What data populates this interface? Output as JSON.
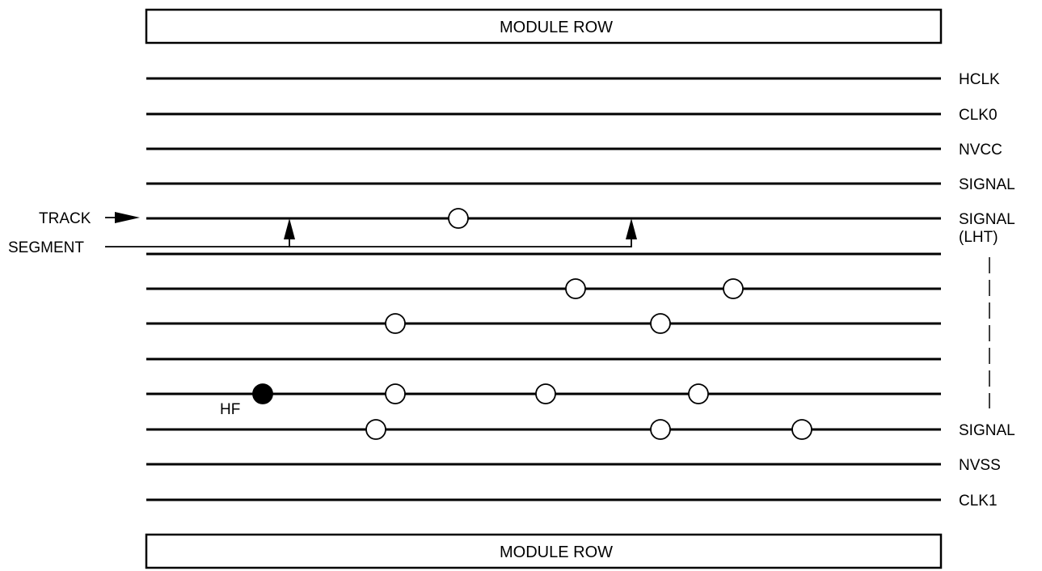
{
  "module_row_top": "MODULE ROW",
  "module_row_bottom": "MODULE ROW",
  "track_labels": {
    "hclk": "HCLK",
    "clk0": "CLK0",
    "nvcc": "NVCC",
    "signal_1": "SIGNAL",
    "signal_lht_1": "SIGNAL",
    "signal_lht_2": "(LHT)",
    "signal_2": "SIGNAL",
    "nvss": "NVSS",
    "clk1": "CLK1"
  },
  "callouts": {
    "track": "TRACK",
    "segment": "SEGMENT",
    "hf": "HF"
  }
}
